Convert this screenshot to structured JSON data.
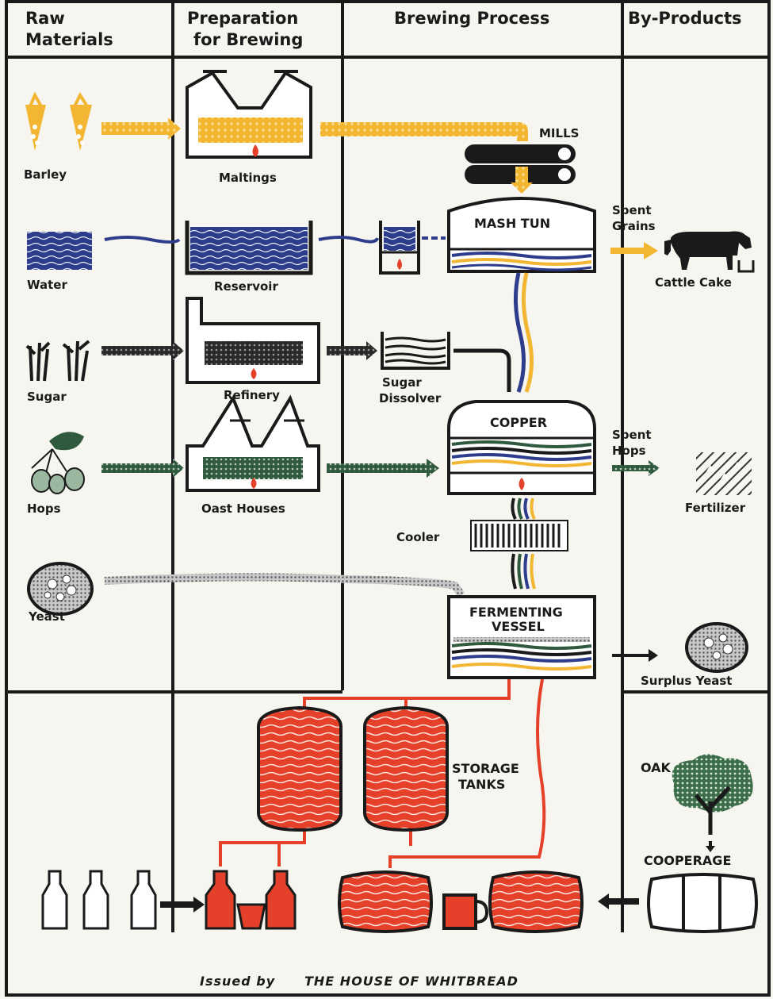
{
  "headers": {
    "raw_materials": [
      "Raw",
      "Materials"
    ],
    "preparation": [
      "Preparation",
      "for Brewing"
    ],
    "brewing_process": "Brewing Process",
    "by_products": "By-Products"
  },
  "raw": {
    "barley": "Barley",
    "water": "Water",
    "sugar": "Sugar",
    "hops": "Hops",
    "yeast": "Yeast"
  },
  "prep": {
    "maltings": "Maltings",
    "reservoir": "Reservoir",
    "refinery": "Refinery",
    "oast_houses": "Oast Houses"
  },
  "process": {
    "mills": "MILLS",
    "mash_tun": "MASH TUN",
    "sugar_dissolver": [
      "Sugar",
      "Dissolver"
    ],
    "copper": "COPPER",
    "cooler": "Cooler",
    "fermenting_vessel": [
      "FERMENTING",
      "VESSEL"
    ],
    "storage_tanks": [
      "STORAGE",
      "TANKS"
    ]
  },
  "by_products": {
    "spent_grains": [
      "Spent",
      "Grains"
    ],
    "cattle_cake": "Cattle  Cake",
    "spent_hops": [
      "Spent",
      "Hops"
    ],
    "fertilizer": "Fertilizer",
    "surplus_yeast": "Surplus Yeast",
    "oak": "OAK",
    "cooperage": "COOPERAGE"
  },
  "footer": {
    "issued_by": "Issued by",
    "company": "THE HOUSE OF WHITBREAD"
  },
  "colors": {
    "barley": "#f2b632",
    "water": "#2e3c8c",
    "sugar": "#2a2a2a",
    "hops": "#2f5a3e",
    "beer": "#e5402a",
    "line": "#1a1a1a"
  }
}
